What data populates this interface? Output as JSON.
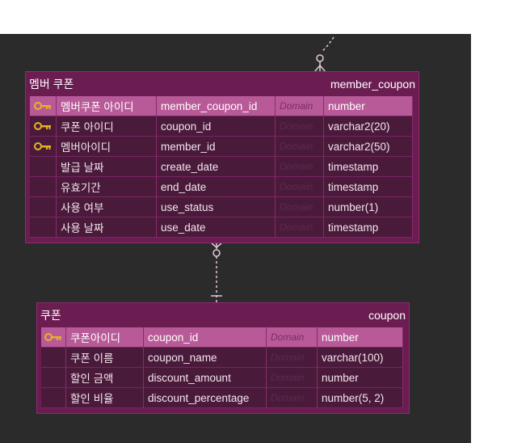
{
  "diagram": {
    "entities": [
      {
        "id": "member_coupon",
        "logical_name": "멤버 쿠폰",
        "physical_name": "member_coupon",
        "columns": [
          {
            "pk": true,
            "logical": "멤버쿠폰 아이디",
            "physical": "member_coupon_id",
            "domain": "Domain",
            "type": "number",
            "highlighted": true
          },
          {
            "pk": true,
            "logical": "쿠폰 아이디",
            "physical": "coupon_id",
            "domain": "Domain",
            "type": "varchar2(20)",
            "highlighted": false
          },
          {
            "pk": true,
            "logical": "멤버아이디",
            "physical": "member_id",
            "domain": "Domain",
            "type": "varchar2(50)",
            "highlighted": false
          },
          {
            "pk": false,
            "logical": "발급 날짜",
            "physical": "create_date",
            "domain": "Domain",
            "type": "timestamp",
            "highlighted": false
          },
          {
            "pk": false,
            "logical": "유효기간",
            "physical": "end_date",
            "domain": "Domain",
            "type": "timestamp",
            "highlighted": false
          },
          {
            "pk": false,
            "logical": "사용 여부",
            "physical": "use_status",
            "domain": "Domain",
            "type": "number(1)",
            "highlighted": false
          },
          {
            "pk": false,
            "logical": "사용 날짜",
            "physical": "use_date",
            "domain": "Domain",
            "type": "timestamp",
            "highlighted": false
          }
        ]
      },
      {
        "id": "coupon",
        "logical_name": "쿠폰",
        "physical_name": "coupon",
        "columns": [
          {
            "pk": true,
            "logical": "쿠폰아이디",
            "physical": "coupon_id",
            "domain": "Domain",
            "type": "number",
            "highlighted": true
          },
          {
            "pk": false,
            "logical": "쿠폰 이름",
            "physical": "coupon_name",
            "domain": "Domain",
            "type": "varchar(100)",
            "highlighted": false
          },
          {
            "pk": false,
            "logical": "할인 금액",
            "physical": "discount_amount",
            "domain": "Domain",
            "type": "number",
            "highlighted": false
          },
          {
            "pk": false,
            "logical": "할인 비율",
            "physical": "discount_percentage",
            "domain": "Domain",
            "type": "number(5, 2)",
            "highlighted": false
          }
        ]
      }
    ],
    "relationships": [
      {
        "from": "coupon",
        "to": "member_coupon",
        "from_cardinality": "one",
        "to_cardinality": "zero-or-many"
      }
    ],
    "colors": {
      "canvas": "#2b2b2b",
      "entity": "#6b1d52",
      "row": "#4a1a3b",
      "row_highlight": "#b85a98",
      "key": "#e6b422",
      "connector": "#e6c8d8"
    }
  }
}
